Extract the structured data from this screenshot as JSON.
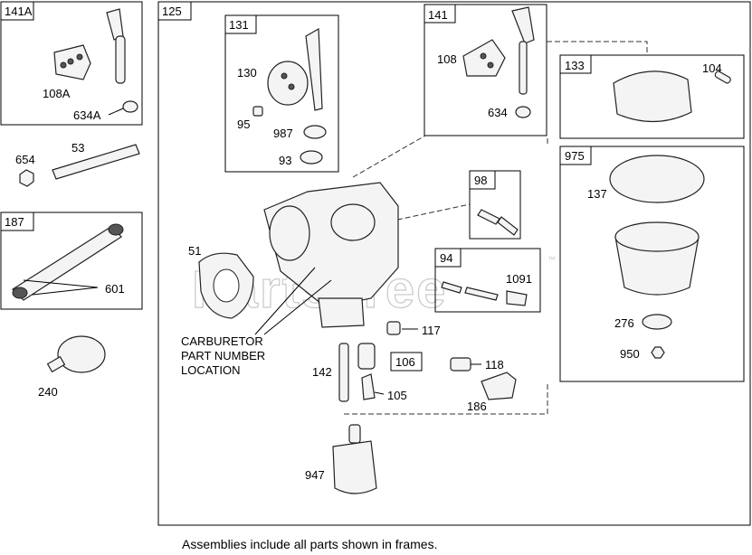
{
  "frames": {
    "f141a": "141A",
    "f187": "187",
    "f125": "125",
    "f131": "131",
    "f141": "141",
    "f133": "133",
    "f975": "975",
    "f98": "98",
    "f94": "94",
    "f106": "106"
  },
  "parts": {
    "p108a": "108A",
    "p634a": "634A",
    "p654": "654",
    "p53": "53",
    "p601": "601",
    "p240": "240",
    "p130": "130",
    "p95": "95",
    "p987": "987",
    "p93": "93",
    "p108": "108",
    "p634": "634",
    "p104": "104",
    "p137": "137",
    "p276": "276",
    "p950": "950",
    "p51": "51",
    "p1091": "1091",
    "p117": "117",
    "p118": "118",
    "p142": "142",
    "p105": "105",
    "p186": "186",
    "p947": "947"
  },
  "callout": {
    "line1": "CARBURETOR",
    "line2": "PART NUMBER",
    "line3": "LOCATION"
  },
  "watermark": "PartsTree",
  "watermark_tm": "™",
  "caption": "Assemblies include all parts shown in frames."
}
